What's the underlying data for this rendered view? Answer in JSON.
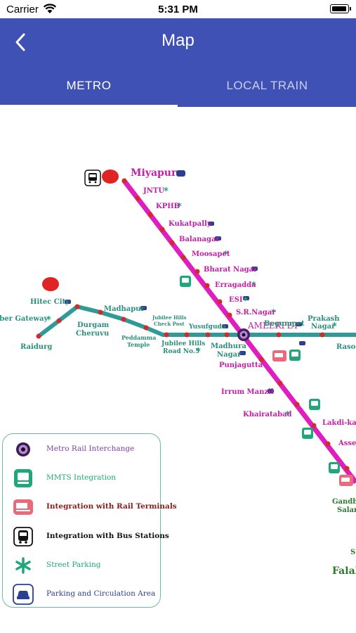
{
  "status_bar": {
    "carrier": "Carrier",
    "time": "5:31 PM"
  },
  "app_bar": {
    "title": "Map"
  },
  "tabs": [
    {
      "label": "METRO",
      "active": true
    },
    {
      "label": "LOCAL TRAIN",
      "active": false
    }
  ],
  "colors": {
    "primary": "#3f51b5",
    "red_line": "#e01dbf",
    "blue_line": "#2f9b98",
    "station_red": "#d22b2b",
    "parking_green": "#1fa77a"
  },
  "map": {
    "red_line_stations": [
      {
        "id": "miyapur",
        "label": "Miyapur"
      },
      {
        "id": "jntu",
        "label": "JNTU"
      },
      {
        "id": "kphb",
        "label": "KPHB"
      },
      {
        "id": "kukatpally",
        "label": "Kukatpally"
      },
      {
        "id": "balanagar",
        "label": "Balanagar"
      },
      {
        "id": "moosapet",
        "label": "Moosapet"
      },
      {
        "id": "bharat-nagar",
        "label": "Bharat Nagar"
      },
      {
        "id": "erragadda",
        "label": "Erragadda"
      },
      {
        "id": "esi",
        "label": "ESI"
      },
      {
        "id": "sr-nagar",
        "label": "S.R.Nagar"
      },
      {
        "id": "ameerpet",
        "label": "AMEERPET"
      },
      {
        "id": "punjagutta",
        "label": "Punjagutta"
      },
      {
        "id": "irrum-manzil",
        "label": "Irrum Manzil"
      },
      {
        "id": "khairatabad",
        "label": "Khairatabad"
      },
      {
        "id": "lakdi-ka-pul",
        "label": "Lakdi-ka-p"
      },
      {
        "id": "assembly",
        "label": "Assem"
      },
      {
        "id": "gandhi-bhavan-1",
        "label": "Gandhi"
      },
      {
        "id": "gandhi-bhavan-2",
        "label": "Salarj"
      },
      {
        "id": "s",
        "label": "S"
      },
      {
        "id": "falaknuma",
        "label": "Falak"
      }
    ],
    "blue_line_stations": [
      {
        "id": "raidurg",
        "label": "Raidurg"
      },
      {
        "id": "cyber-gateway",
        "label": "rber Gateway"
      },
      {
        "id": "hitec-city",
        "label": "Hitec City"
      },
      {
        "id": "durgam-cheruvu-1",
        "label": "Durgam"
      },
      {
        "id": "durgam-cheruvu-2",
        "label": "Cheruvu"
      },
      {
        "id": "madhapur",
        "label": "Madhapur"
      },
      {
        "id": "peddamma-1",
        "label": "Peddamma"
      },
      {
        "id": "peddamma-2",
        "label": "Temple"
      },
      {
        "id": "jubilee-checkpost-1",
        "label": "Jubilee Hills"
      },
      {
        "id": "jubilee-checkpost-2",
        "label": "Check Post"
      },
      {
        "id": "jubilee-road5-1",
        "label": "Jubilee Hills"
      },
      {
        "id": "jubilee-road5-2",
        "label": "Road No.5"
      },
      {
        "id": "yusufguda",
        "label": "Yusufguda"
      },
      {
        "id": "madhura-1",
        "label": "Madhura"
      },
      {
        "id": "madhura-2",
        "label": "Nagar"
      },
      {
        "id": "begumpet",
        "label": "Begumpet"
      },
      {
        "id": "prakash-1",
        "label": "Prakash"
      },
      {
        "id": "prakash-2",
        "label": "Nagar"
      },
      {
        "id": "rasoolpura",
        "label": "Rasoo"
      }
    ]
  },
  "legend": [
    {
      "icon": "interchange-icon",
      "label": "Metro Rail Interchange",
      "color": "#7b3fa0"
    },
    {
      "icon": "mmts-icon",
      "label": "MMTS Integration",
      "color": "#1fa77a"
    },
    {
      "icon": "rail-terminal-icon",
      "label": "Integration with Rail Terminals",
      "color": "#8b1a1a"
    },
    {
      "icon": "bus-icon",
      "label": "Integration with Bus Stations",
      "color": "#111111"
    },
    {
      "icon": "street-parking-icon",
      "label": "Street Parking",
      "color": "#1fa77a"
    },
    {
      "icon": "car-parking-icon",
      "label": "Parking and Circulation Area",
      "color": "#2c3e8f"
    }
  ]
}
